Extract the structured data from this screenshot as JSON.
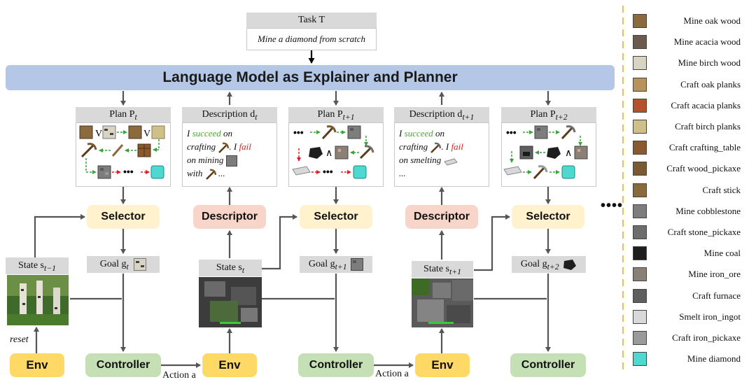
{
  "task": {
    "header": "Task T",
    "text": "Mine a diamond from scratch"
  },
  "lm_bar": "Language Model as Explainer and Planner",
  "plans": [
    {
      "label": "Plan P",
      "sub": "t"
    },
    {
      "label": "Plan P",
      "sub": "t+1"
    },
    {
      "label": "Plan P",
      "sub": "t+2"
    }
  ],
  "descriptions": [
    {
      "label": "Description d",
      "sub": "t",
      "text": {
        "i": "I ",
        "succeed": "succeed",
        "on": " on",
        "crafting": "crafting",
        "period_i": ". I ",
        "fail": "fail",
        "on_mining": "on mining",
        "with": "with",
        "dots": " ..."
      }
    },
    {
      "label": "Description d",
      "sub": "t+1",
      "text": {
        "i": "I ",
        "succeed": "succeed",
        "on": " on",
        "crafting": "crafting",
        "period_i": ". I ",
        "fail": "fail",
        "on_smelting": "on smelting",
        "dots": "..."
      }
    }
  ],
  "modules": {
    "selector": "Selector",
    "descriptor": "Descriptor",
    "env": "Env",
    "controller": "Controller"
  },
  "goals": [
    {
      "label": "Goal g",
      "sub": "t"
    },
    {
      "label": "Goal g",
      "sub": "t+1"
    },
    {
      "label": "Goal g",
      "sub": "t+2"
    }
  ],
  "states": [
    {
      "label": "State s",
      "sub": "t−1"
    },
    {
      "label": "State s",
      "sub": "t"
    },
    {
      "label": "State s",
      "sub": "t+1"
    }
  ],
  "edge_labels": {
    "reset": "reset",
    "action": "Action a"
  },
  "ellipsis": "••••",
  "legend": [
    {
      "label": "Mine oak wood",
      "icon": "oak-log-icon",
      "color": "#8b6a3e"
    },
    {
      "label": "Mine acacia wood",
      "icon": "acacia-log-icon",
      "color": "#6b5a4e"
    },
    {
      "label": "Mine birch wood",
      "icon": "birch-log-icon",
      "color": "#d9d3c4"
    },
    {
      "label": "Craft oak planks",
      "icon": "oak-planks-icon",
      "color": "#b8925a"
    },
    {
      "label": "Craft acacia planks",
      "icon": "acacia-planks-icon",
      "color": "#b5522d"
    },
    {
      "label": "Craft birch planks",
      "icon": "birch-planks-icon",
      "color": "#cfc089"
    },
    {
      "label": "Craft crafting_table",
      "icon": "crafting-table-icon",
      "color": "#8a5a2e"
    },
    {
      "label": "Craft wood_pickaxe",
      "icon": "wood-pickaxe-icon",
      "color": "#7a5a30"
    },
    {
      "label": "Craft stick",
      "icon": "stick-icon",
      "color": "#8a6a3a"
    },
    {
      "label": "Mine cobblestone",
      "icon": "cobblestone-icon",
      "color": "#7d7d7d"
    },
    {
      "label": "Craft stone_pickaxe",
      "icon": "stone-pickaxe-icon",
      "color": "#6d6d6d"
    },
    {
      "label": "Mine coal",
      "icon": "coal-icon",
      "color": "#1e1e1e"
    },
    {
      "label": "Mine iron_ore",
      "icon": "iron-ore-icon",
      "color": "#8a8078"
    },
    {
      "label": "Craft furnace",
      "icon": "furnace-icon",
      "color": "#5f5f5f"
    },
    {
      "label": "Smelt iron_ingot",
      "icon": "iron-ingot-icon",
      "color": "#d8d8d8"
    },
    {
      "label": "Craft iron_pickaxe",
      "icon": "iron-pickaxe-icon",
      "color": "#9a9a9a"
    },
    {
      "label": "Mine diamond",
      "icon": "diamond-icon",
      "color": "#4fd8d0"
    }
  ]
}
